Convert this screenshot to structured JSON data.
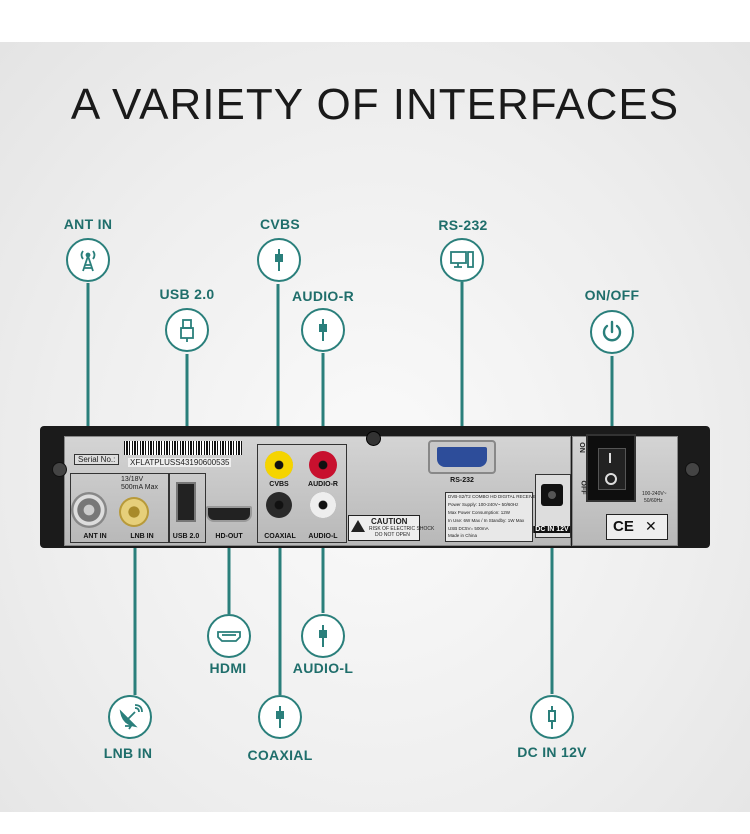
{
  "title": "A VARIETY OF INTERFACES",
  "labels": {
    "ant_in": "ANT IN",
    "usb": "USB 2.0",
    "cvbs": "CVBS",
    "audio_r": "AUDIO-R",
    "rs232": "RS-232",
    "onoff": "ON/OFF",
    "hdmi": "HDMI",
    "audio_l": "AUDIO-L",
    "lnb_in": "LNB IN",
    "coaxial": "COAXIAL",
    "dc_in": "DC IN 12V"
  },
  "device": {
    "serial_label": "Serial No.:",
    "serial_value": "XFLATPLUSS43190600535",
    "lnb_spec_1": "13/18V",
    "lnb_spec_2": "500mA Max",
    "port_ant_in": "ANT IN",
    "port_lnb_in": "LNB IN",
    "port_usb": "USB 2.0",
    "port_hd_out": "HD-OUT",
    "port_coaxial": "COAXIAL",
    "port_audio_l": "AUDIO-L",
    "port_cvbs": "CVBS",
    "port_audio_r": "AUDIO-R",
    "port_rs232": "RS-232",
    "port_dc": "DC IN 12V",
    "caution_title": "CAUTION",
    "caution_line1": "RISK OF ELECTRIC SHOCK",
    "caution_line2": "DO NOT OPEN",
    "spec_lines": [
      "DVB-S2/T2 COMBO HD DIGITAL RECEIVER",
      "Power Supply: 100-240V~ 50/60Hz",
      "Max Power Consumption: 12W",
      "In Use: 6W Max / In Standby: 1W Max",
      "USB DC5V= 500mA",
      "Made in China"
    ],
    "switch_on": "ON",
    "switch_off": "OFF",
    "voltage_1": "100-240V~",
    "voltage_2": "50/60Hz",
    "ce_mark": "CE"
  },
  "icons": {
    "ant_in": "antenna-tower-icon",
    "usb": "usb-plug-icon",
    "cvbs": "rca-jack-icon",
    "audio_r": "audio-jack-icon",
    "rs232": "computer-icon",
    "onoff": "power-icon",
    "hdmi": "hdmi-port-icon",
    "audio_l": "audio-jack-icon",
    "lnb_in": "satellite-dish-icon",
    "coaxial": "coaxial-jack-icon",
    "dc_in": "dc-plug-icon"
  },
  "colors": {
    "accent": "#2a7f7b",
    "label": "#1f6e6b",
    "panel": "#1b1b1b"
  }
}
